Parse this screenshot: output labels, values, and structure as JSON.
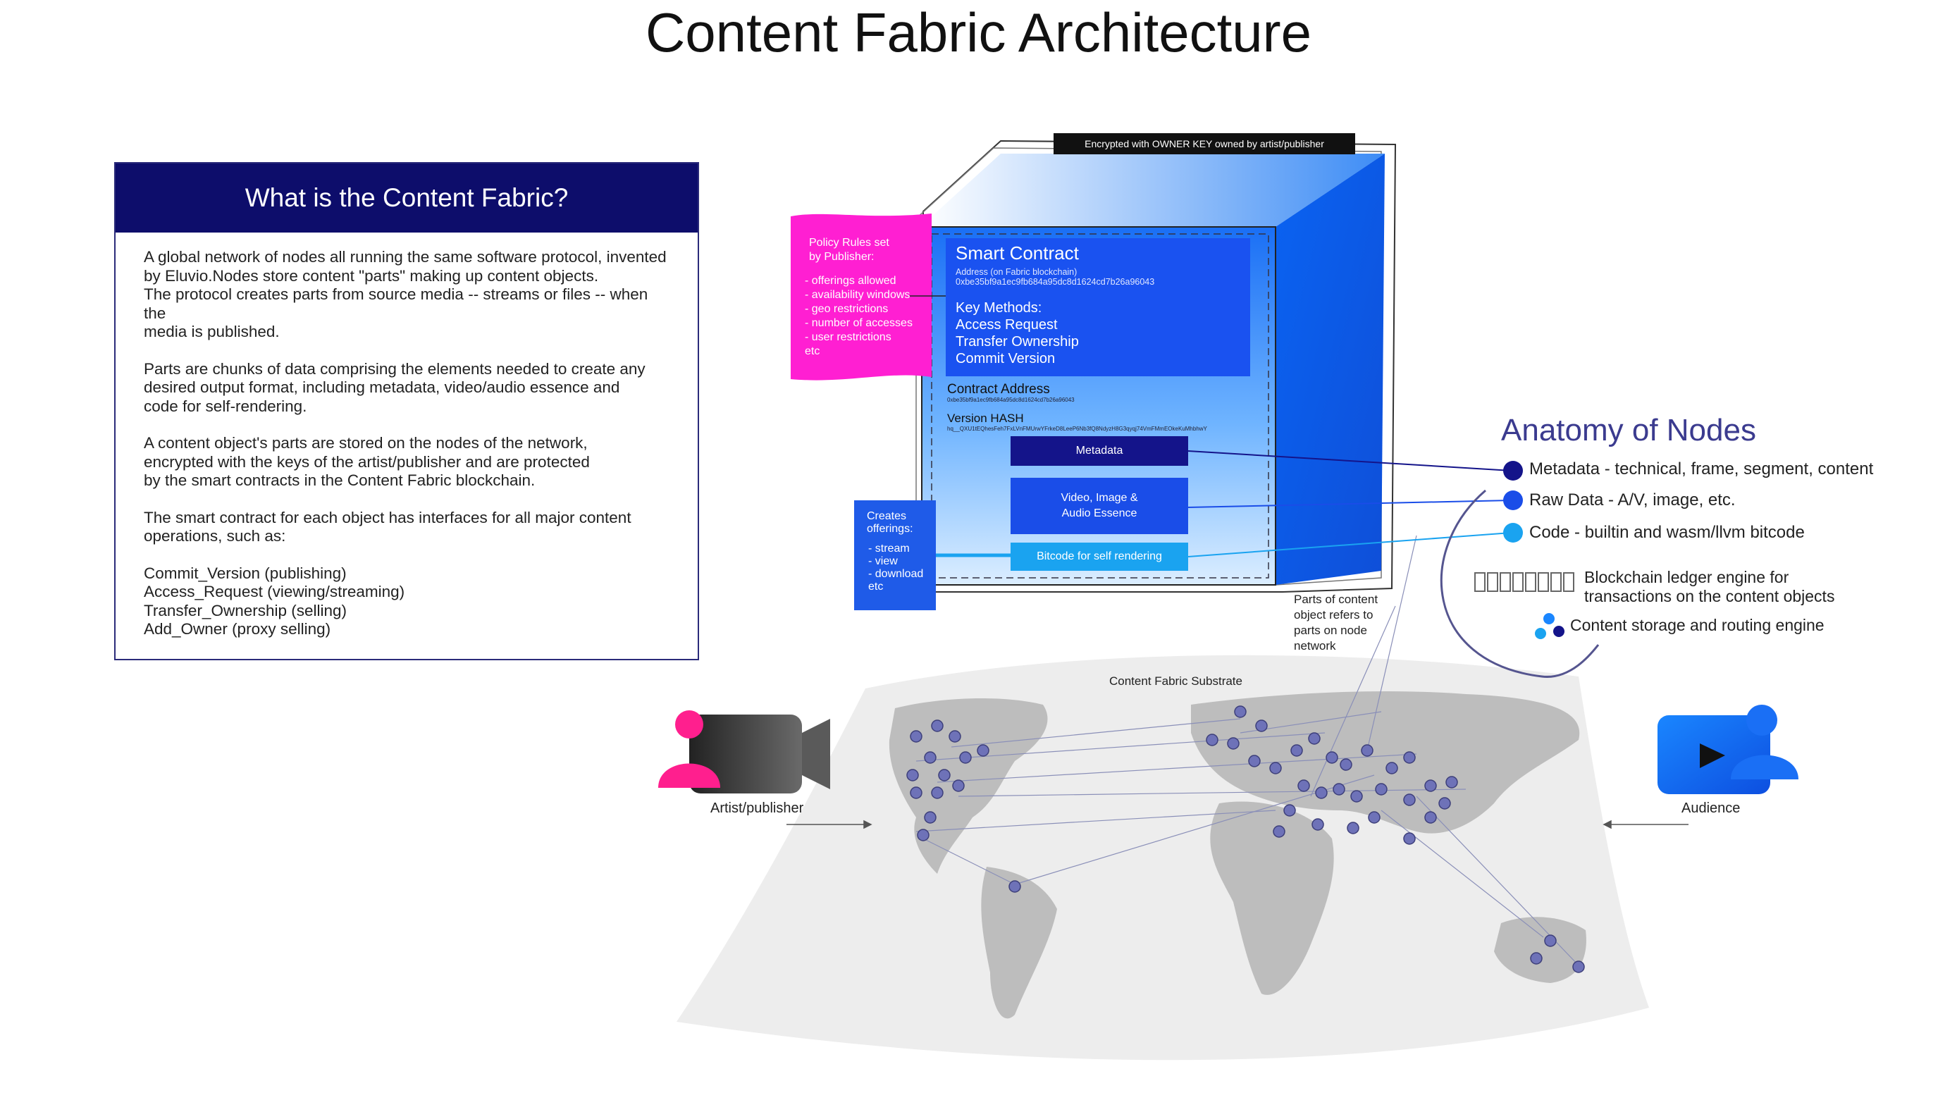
{
  "title": "Content Fabric Architecture",
  "info_box": {
    "heading": "What is the Content Fabric?",
    "paragraphs": [
      "A global network of nodes all running the same software protocol, invented\nby Eluvio.Nodes store content \"parts\" making up content objects.\nThe protocol creates parts from source media -- streams or files -- when the\nmedia is published.",
      "Parts are chunks of data comprising the elements needed to create any\ndesired output format, including metadata, video/audio essence and\ncode for self-rendering.",
      "A content object's parts are stored on the nodes of the network,\nencrypted with the keys of the artist/publisher and are protected\nby the smart contracts in the Content Fabric blockchain.",
      "The smart contract for each object has interfaces for all major content\noperations, such as:",
      "Commit_Version (publishing)\nAccess_Request (viewing/streaming)\nTransfer_Ownership (selling)\nAdd_Owner (proxy selling)"
    ]
  },
  "cube": {
    "encrypted_label": "Encrypted with OWNER KEY owned by artist/publisher",
    "policy": {
      "title": "Policy Rules set\nby Publisher:",
      "items": [
        "- offerings allowed",
        "- availability windows",
        "- geo restrictions",
        "- number of accesses",
        "- user restrictions",
        "etc"
      ]
    },
    "smart_contract": {
      "title": "Smart Contract",
      "address_label": "Address (on Fabric blockchain)",
      "address": "0xbe35bf9a1ec9fb684a95dc8d1624cd7b26a96043",
      "methods": [
        "Key Methods:",
        "Access Request",
        "Transfer Ownership",
        "Commit Version"
      ]
    },
    "contract_address_label": "Contract Address",
    "contract_address_value": "0xbe35bf9a1ec9fb684a95dc8d1624cd7b26a96043",
    "version_hash_label": "Version HASH",
    "version_hash_value": "hq__QXU1tEQhesFeh7FxLVnFMUrwYFrkeD8LeeP6Nb3fQ8NdyzH8G3qyqj74VmFMmEOkeKuMhbhwY",
    "parts": {
      "metadata": "Metadata",
      "video": "Video, Image &\nAudio Essence",
      "bitcode": "Bitcode for self rendering"
    },
    "offerings": {
      "title": "Creates\nofferings:",
      "items": [
        "- stream",
        "- view",
        "- download",
        "etc"
      ]
    },
    "parts_note": "Parts of content\nobject refers to\nparts on node\nnetwork"
  },
  "anatomy": {
    "title": "Anatomy of Nodes",
    "items": [
      {
        "label": "Metadata - technical, frame, segment, content",
        "color": "#14148a"
      },
      {
        "label": "Raw Data - A/V, image, etc.",
        "color": "#1a4de8"
      },
      {
        "label": "Code - builtin and wasm/llvm bitcode",
        "color": "#1aa3f0"
      }
    ],
    "blockchain_label": "Blockchain ledger engine for\ntransactions on the content objects",
    "storage_label": "Content storage and routing engine"
  },
  "map": {
    "substrate_label": "Content Fabric Substrate",
    "artist_label": "Artist/publisher",
    "audience_label": "Audience"
  },
  "colors": {
    "navy": "#0d0d6b",
    "blue": "#1a52f0",
    "magenta": "#ff1fd2",
    "sky": "#1aa3f0"
  },
  "icons": [
    "artist-camera-icon",
    "audience-video-icon",
    "blockchain-blocks-icon",
    "storage-dots-icon"
  ]
}
